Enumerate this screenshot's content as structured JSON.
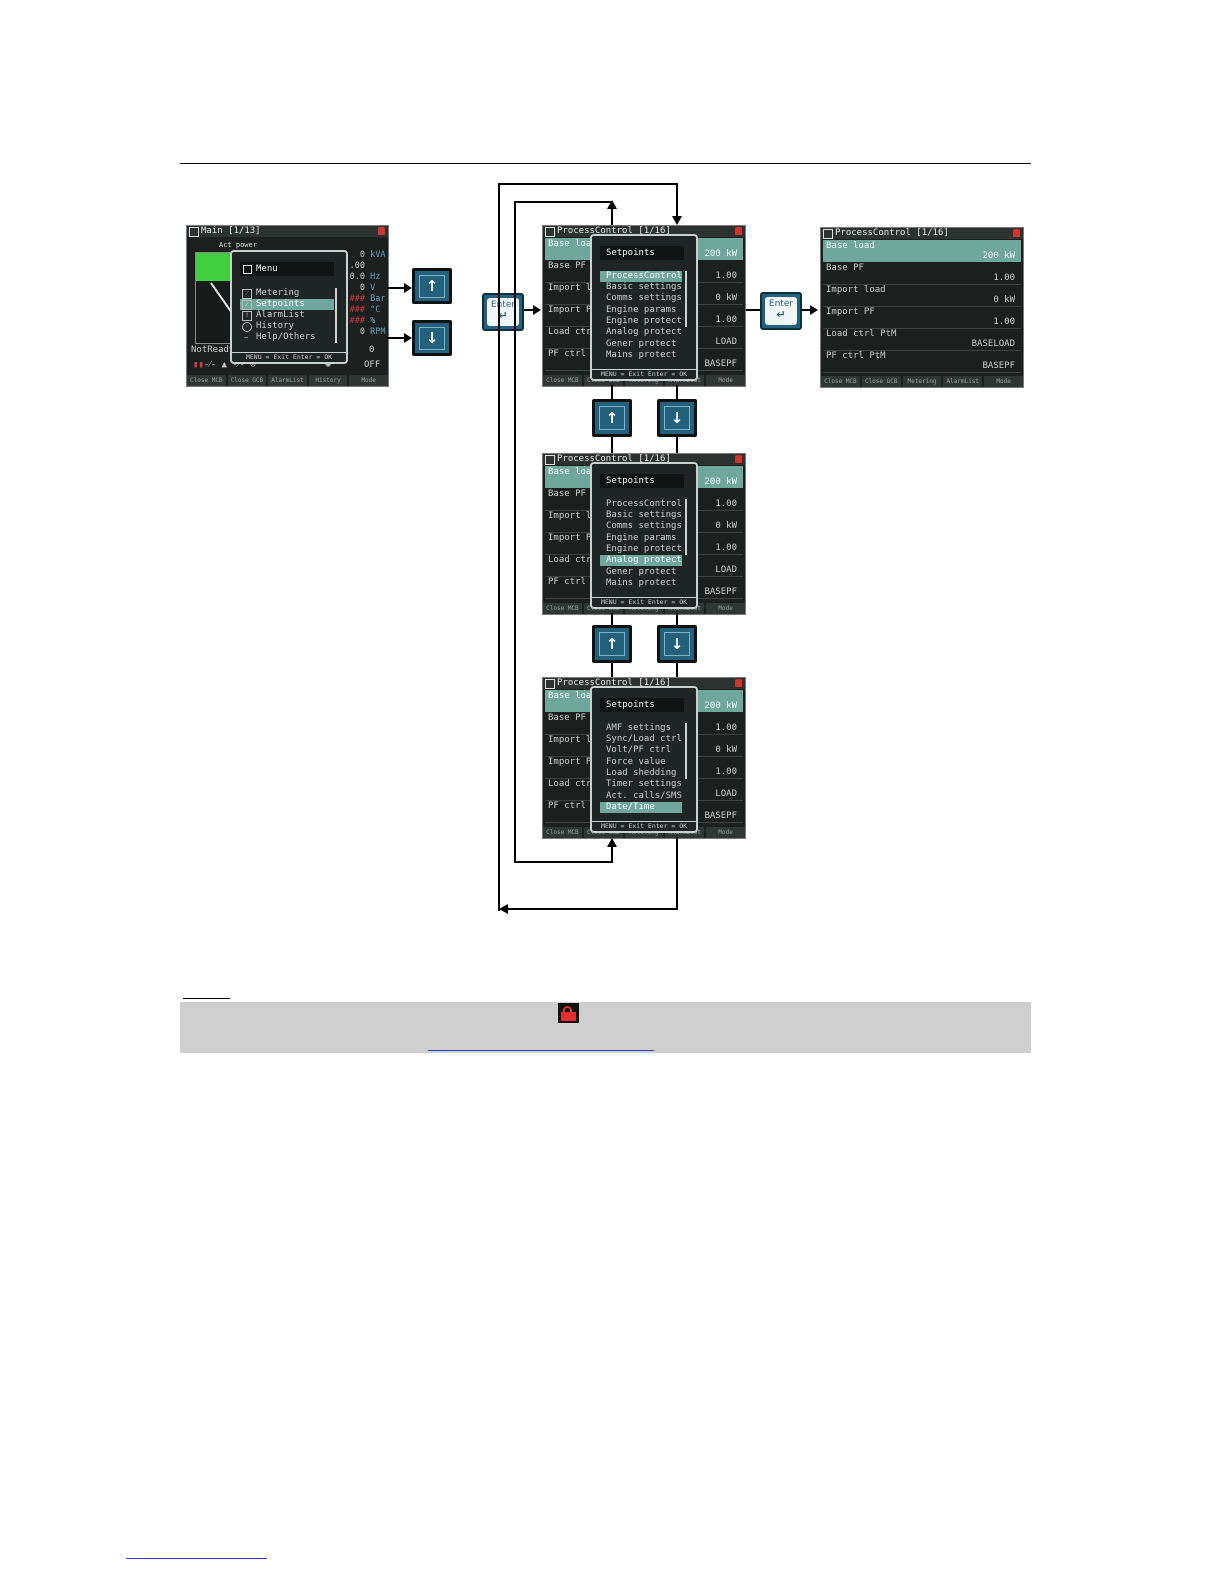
{
  "main_screen": {
    "title": "Main [1/13]",
    "gauge_label": "Act power",
    "values": [
      {
        "v": "0",
        "u": "kVA"
      },
      {
        "v": ".00",
        "u": ""
      },
      {
        "v": "0.0",
        "u": "Hz"
      },
      {
        "v": "0",
        "u": "V"
      },
      {
        "v": "###",
        "u": "Bar"
      },
      {
        "v": "###",
        "u": "°C"
      },
      {
        "v": "###",
        "u": "%"
      },
      {
        "v": "0",
        "u": "RPM"
      }
    ],
    "status": "NotReady",
    "status_value": "0",
    "mode_value": "OFF",
    "menu": {
      "title": "Menu",
      "items": [
        "Metering",
        "Setpoints",
        "AlarmList",
        "History",
        "Help/Others"
      ],
      "selected_index": 1,
      "footer": "MENU = Exit Enter = OK"
    },
    "buttons": [
      "Close MCB",
      "Close GCB",
      "AlarmList",
      "History",
      "Mode"
    ]
  },
  "pc_screen": {
    "title": "ProcessControl [1/16]",
    "rows": [
      {
        "label": "Base load",
        "value": "200 kW"
      },
      {
        "label": "Base PF",
        "value": "1.00"
      },
      {
        "label": "Import load",
        "value": "0 kW"
      },
      {
        "label": "Import PF",
        "value": "1.00"
      },
      {
        "label": "Load ctrl PtM",
        "value": "BASELOAD"
      },
      {
        "label": "PF ctrl PtM",
        "value": "BASEPF"
      }
    ],
    "partial_rows": [
      {
        "label": "Base loa",
        "value": "200 kW"
      },
      {
        "label": "Base PF",
        "value": "1.00"
      },
      {
        "label": "Import lo",
        "value": "0 kW"
      },
      {
        "label": "Import PF",
        "value": "1.00"
      },
      {
        "label": "Load ctrl",
        "value": "LOAD"
      },
      {
        "label": "PF ctrl P",
        "value": "BASEPF"
      }
    ],
    "buttons": [
      "Close MCB",
      "Close GCB",
      "Metering",
      "AlarmList",
      "Mode"
    ]
  },
  "setpoints_popup": {
    "title": "Setpoints",
    "list_page1": [
      "ProcessControl",
      "Basic settings",
      "Comms settings",
      "Engine params",
      "Engine protect",
      "Analog protect",
      "Gener protect",
      "Mains protect"
    ],
    "list_page2": [
      "AMF settings",
      "Sync/Load ctrl",
      "Volt/PF ctrl",
      "Force value",
      "Load shedding",
      "Timer settings",
      "Act. calls/SMS",
      "Date/Time"
    ],
    "footer": "MENU = Exit Enter = OK",
    "selected": {
      "first": 0,
      "second": 5,
      "third": 7
    }
  },
  "keys": {
    "enter_label": "Enter",
    "enter_glyph": "↵",
    "up_glyph": "↑",
    "down_glyph": "↓"
  }
}
